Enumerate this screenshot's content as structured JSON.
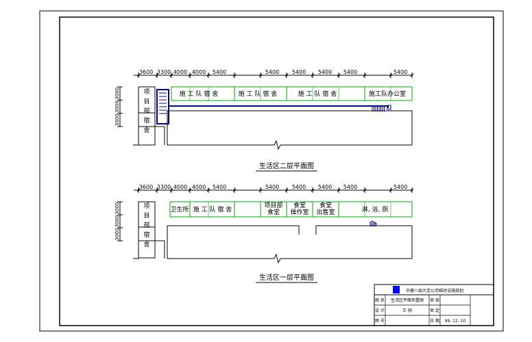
{
  "dimensions": {
    "top": [
      "3600",
      "3300",
      "4000",
      "4000",
      "5400",
      "5400",
      "5400",
      "5400",
      "5400",
      "5400"
    ],
    "side": [
      "3000",
      "3000",
      "3000"
    ]
  },
  "floor2": {
    "caption": "生活区二层平面图",
    "side_label": [
      "项",
      "目",
      "部",
      "宿",
      "舍"
    ],
    "rooms": [
      "施 工 队 宿 舍",
      "施 工 队 宿 舍",
      "施 工 队 宿 舍",
      "施工队办公室"
    ]
  },
  "floor1": {
    "caption": "生活区一层平面图",
    "side_label": [
      "项",
      "目",
      "部",
      "宿",
      "舍"
    ],
    "rooms": [
      {
        "lines": [
          "卫生所"
        ]
      },
      {
        "lines": [
          "施 工 队 宿 舍"
        ]
      },
      {
        "lines": [
          "项目部",
          "食堂"
        ]
      },
      {
        "lines": [
          "食堂",
          "操作室"
        ]
      },
      {
        "lines": [
          "食堂",
          "出售室"
        ]
      },
      {
        "lines": [
          "淋, 浴, 厕"
        ]
      }
    ]
  },
  "title_block": {
    "company": "中建八局大连公司临时设施规划",
    "labels": {
      "tu_ming": "图 名",
      "she_ji": "设 计",
      "tu_hao": "图 号",
      "shen_he": "审 核",
      "shen_ding": "审 定",
      "ri_qi": "日 期"
    },
    "values": {
      "tu_ming": "生活区平面布置图",
      "she_ji": "王 刚",
      "ri_qi": "99. 12. 10"
    },
    "colors": {
      "logo": "#0000ff"
    }
  },
  "colors": {
    "room_border": "#00aa00",
    "stair": "#000080",
    "ink": "#000000"
  }
}
